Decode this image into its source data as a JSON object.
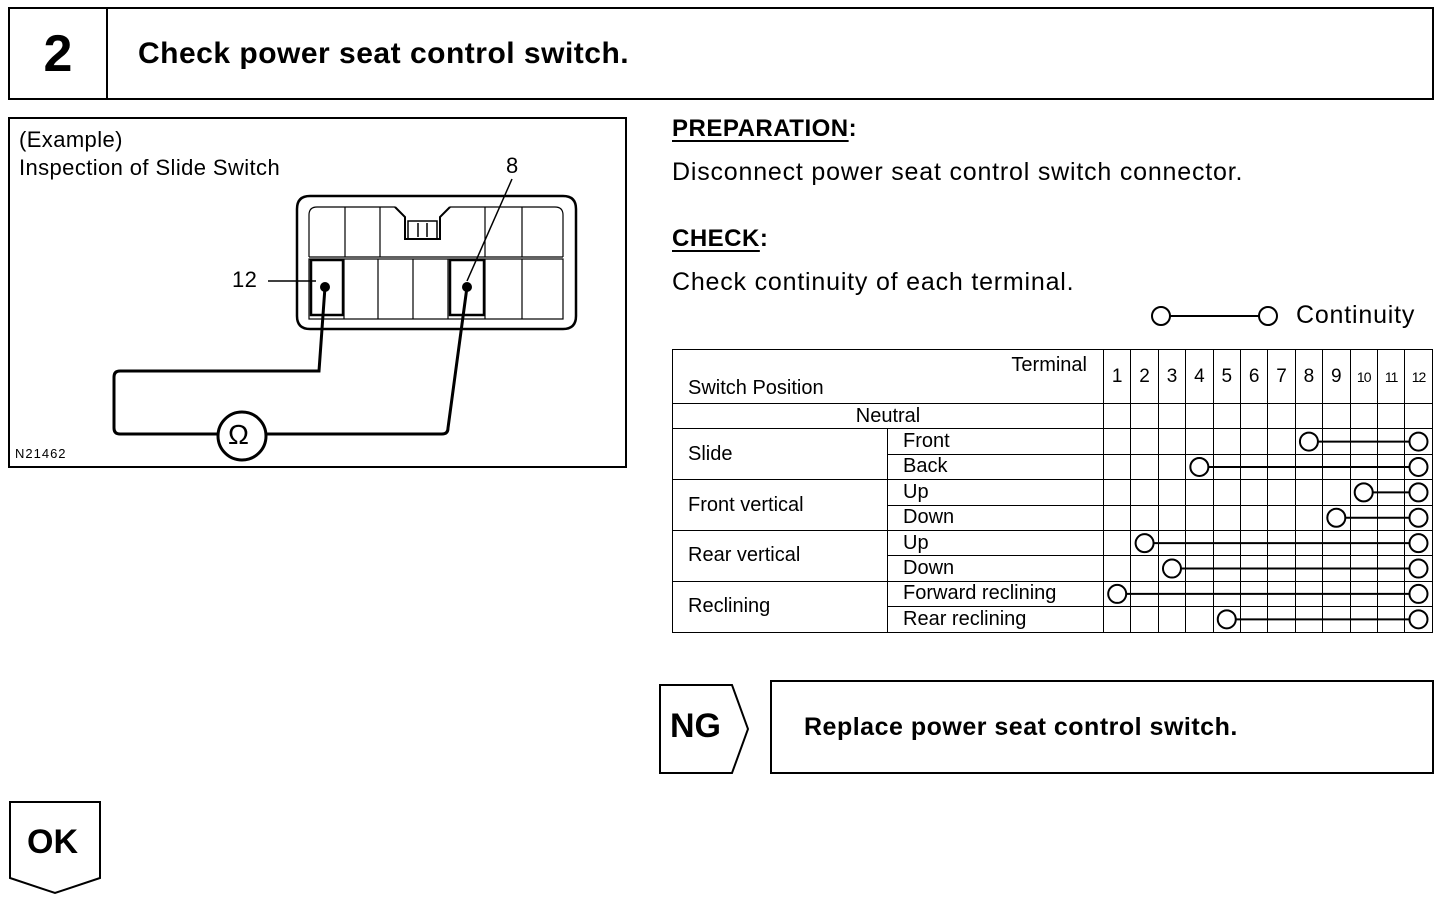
{
  "header": {
    "step_number": "2",
    "title": "Check power seat control switch."
  },
  "figure": {
    "caption_line1": "(Example)",
    "caption_line2": "Inspection of Slide Switch",
    "terminal_label_left": "12",
    "terminal_label_right": "8",
    "meter_symbol": "Ω",
    "figure_code": "N21462"
  },
  "preparation": {
    "heading": "PREPARATION",
    "text": "Disconnect power seat control switch connector."
  },
  "check": {
    "heading": "CHECK",
    "text": "Check continuity of each terminal.",
    "legend_label": "Continuity"
  },
  "table": {
    "header_terminal": "Terminal",
    "header_switch_position": "Switch Position",
    "terminals": [
      "1",
      "2",
      "3",
      "4",
      "5",
      "6",
      "7",
      "8",
      "9",
      "10",
      "11",
      "12"
    ],
    "neutral_label": "Neutral",
    "groups": [
      {
        "name": "Slide",
        "rows": [
          {
            "label": "Front",
            "connections": [
              8,
              12
            ]
          },
          {
            "label": "Back",
            "connections": [
              4,
              12
            ]
          }
        ]
      },
      {
        "name": "Front vertical",
        "rows": [
          {
            "label": "Up",
            "connections": [
              10,
              12
            ]
          },
          {
            "label": "Down",
            "connections": [
              9,
              12
            ]
          }
        ]
      },
      {
        "name": "Rear vertical",
        "rows": [
          {
            "label": "Up",
            "connections": [
              2,
              12
            ]
          },
          {
            "label": "Down",
            "connections": [
              3,
              12
            ]
          }
        ]
      },
      {
        "name": "Reclining",
        "rows": [
          {
            "label": "Forward reclining",
            "connections": [
              1,
              12
            ]
          },
          {
            "label": "Rear reclining",
            "connections": [
              5,
              12
            ]
          }
        ]
      }
    ]
  },
  "result_ng": {
    "label": "NG",
    "action": "Replace power seat control switch."
  },
  "result_ok": {
    "label": "OK"
  }
}
